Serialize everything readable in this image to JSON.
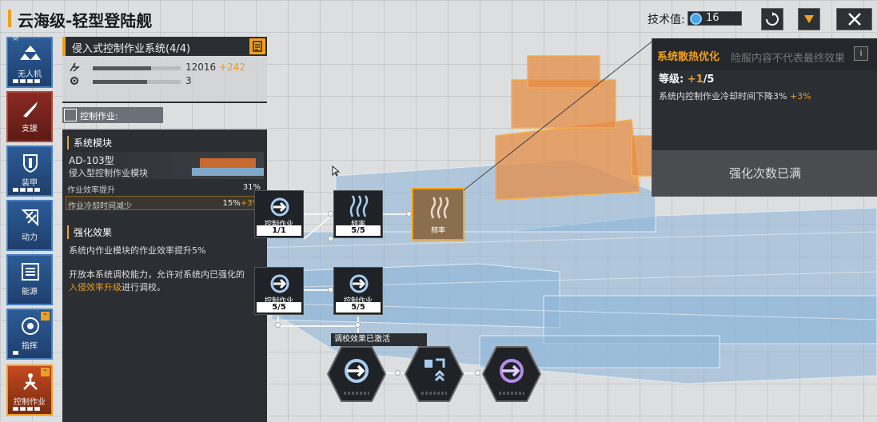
{
  "header": {
    "title": "云海级-轻型登陆舰",
    "tech_label": "技术值:",
    "tech_value": "16"
  },
  "sidebar": {
    "items": [
      {
        "label": "无人机",
        "icon": "drone-icon"
      },
      {
        "label": "支援",
        "icon": "missile-icon"
      },
      {
        "label": "装甲",
        "icon": "shield-icon"
      },
      {
        "label": "动力",
        "icon": "engine-icon"
      },
      {
        "label": "能源",
        "icon": "energy-icon"
      },
      {
        "label": "指挥",
        "icon": "radar-icon"
      },
      {
        "label": "控制作业",
        "icon": "control-icon"
      }
    ],
    "mark_m": "M"
  },
  "module": {
    "title": "侵入式控制作业系统(4/4)",
    "stat1_value": "12016",
    "stat1_bonus": "+242",
    "stat1_fill_pct": 66,
    "stat2_value": "3",
    "stat2_fill_pct": 62,
    "control_chip": "控制作业:"
  },
  "detail": {
    "system_title": "系统模块",
    "item_name": "AD-103型",
    "item_sub": "侵入型控制作业模块",
    "attr1_k": "作业效率提升",
    "attr1_v": "31%",
    "attr2_k": "作业冷却时间减少",
    "attr2_v": "15%",
    "attr2_bonus": "+3%",
    "enhance_title": "强化效果",
    "enhance_desc": "系统内作业模块的作业效率提升5%",
    "unlock_desc1": "开放本系统调校能力，允许对系统内已强化的",
    "unlock_hl": "入侵效率升级",
    "unlock_desc2": "进行调校。"
  },
  "tree": {
    "nodes": [
      {
        "name": "控制作业",
        "level": "1/1"
      },
      {
        "name": "频率",
        "level": "5/5"
      },
      {
        "name": "频率",
        "level": ""
      },
      {
        "name": "控制作业",
        "level": "5/5"
      },
      {
        "name": "控制作业",
        "level": "5/5"
      }
    ],
    "tune_tag": "调校效果已激活"
  },
  "popup": {
    "name": "系统散热优化",
    "ghost_text": "险服内容不代表最终效果",
    "info": "i",
    "level_label": "等级:",
    "level_bonus": "+1",
    "level_max": "/5",
    "effect": "系统内控制作业冷却时间下降3%",
    "effect_bonus": "+3%",
    "maxed_label": "强化次数已满"
  },
  "colors": {
    "accent": "#f0a020",
    "panel": "#2b2e33",
    "blue_tab": "#2c5c96",
    "red_tab": "#8a2a22"
  }
}
